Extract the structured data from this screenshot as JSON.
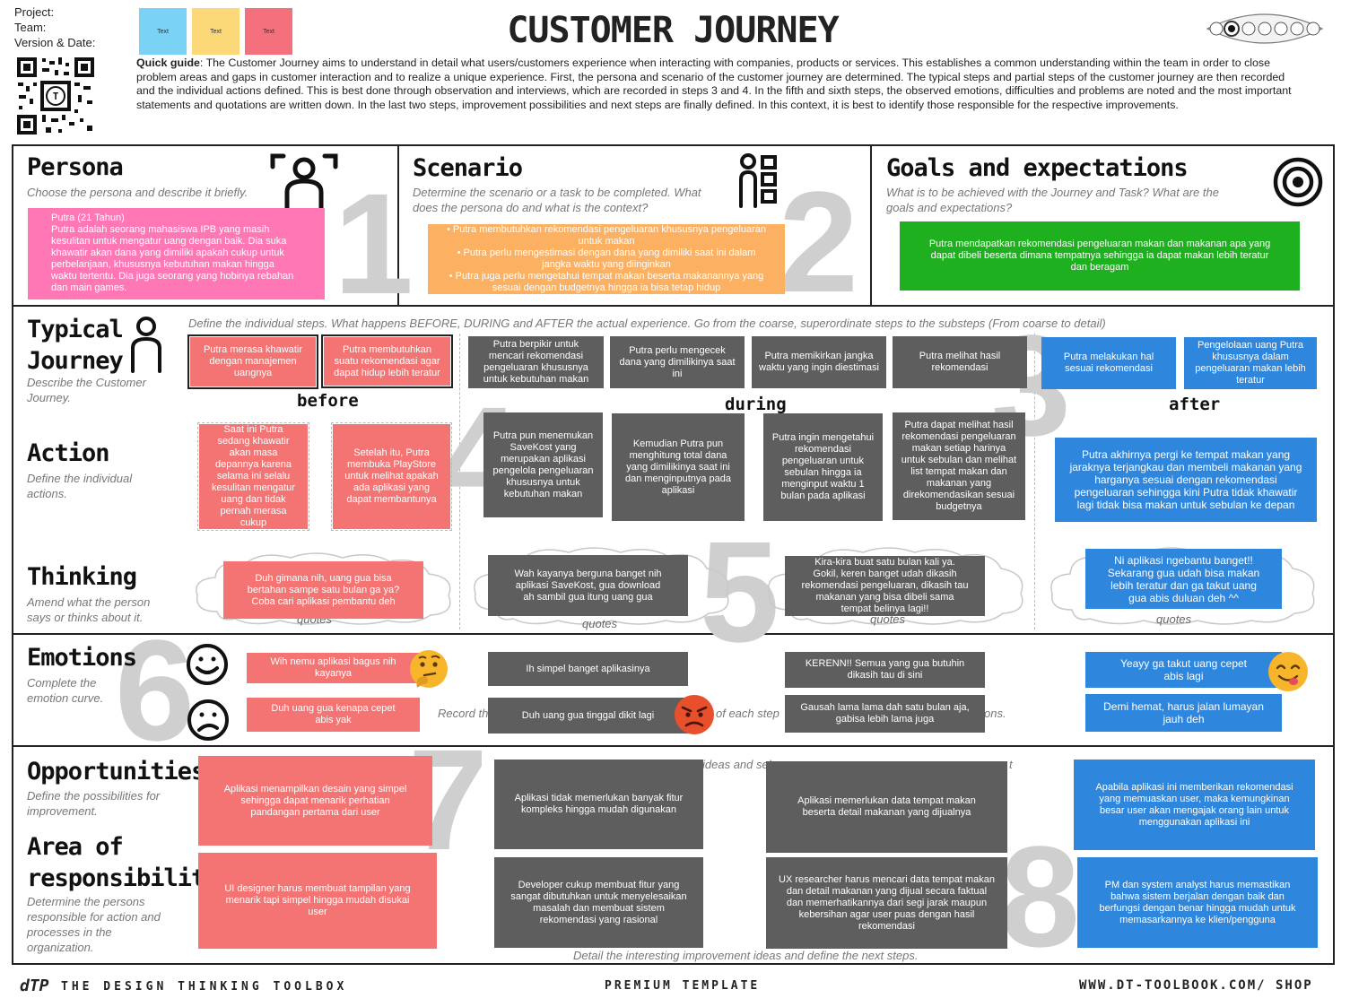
{
  "header": {
    "project_label": "Project:",
    "team_label": "Team:",
    "version_label": "Version & Date:",
    "title": "CUSTOMER JOURNEY",
    "sticky_notes": [
      "Text",
      "Text",
      "Text"
    ],
    "quick_guide_label": "Quick guide",
    "quick_guide_text": ": The Customer Journey aims to understand in detail what users/customers experience when interacting with companies, products or services. This establishes a common understanding within the team in order to close problem areas and gaps in customer interaction and to realize a unique experience. First, the persona and scenario of the customer journey are determined. The typical steps and partial steps of the customer journey are then recorded and the individual actions defined. This is best done through observation and interviews, which are recorded in steps 3 and 4. In the fifth and sixth steps, the observed emotions, difficulties and problems are noted and the most important statements and quotations are written down. In the last two steps, improvement possibilities and next steps are finally defined. In this context, it is best to identify those responsible for the respective improvements."
  },
  "persona": {
    "title": "Persona",
    "hint": "Choose the persona and describe it briefly.",
    "number": "1",
    "note": "Putra (21 Tahun)\nPutra adalah seorang mahasiswa IPB yang masih kesulitan untuk mengatur uang dengan baik. Dia suka khawatir akan dana yang dimiliki apakah cukup untuk perbelanjaan, khususnya kebutuhan makan hingga waktu tertentu. Dia juga seorang yang hobinya rebahan dan main games."
  },
  "scenario": {
    "title": "Scenario",
    "hint": "Determine the scenario or a task to be completed. What does the persona do and what is the context?",
    "number": "2",
    "note": "• Putra membutuhkan rekomendasi pengeluaran khususnya pengeluaran untuk makan\n• Putra perlu mengestimasi dengan dana yang dimiliki saat ini dalam jangka waktu yang diinginkan\n• Putra juga perlu mengetahui tempat makan beserta makanannya yang sesuai dengan budgetnya hingga ia bisa tetap hidup"
  },
  "goals": {
    "title": "Goals and expectations",
    "hint": "What is to be achieved with the Journey and Task? What are the goals and expectations?",
    "note": "Putra mendapatkan rekomendasi pengeluaran makan dan makanan apa yang dapat dibeli beserta dimana tempatnya sehingga ia dapat makan lebih teratur dan beragam"
  },
  "journey": {
    "title": "Typical Journey",
    "hint": "Describe the Customer Journey.",
    "instruction": "Define the individual steps. What happens BEFORE, DURING and AFTER the actual experience. Go from the coarse, superordinate steps to the substeps (From coarse to detail)",
    "number": "3",
    "phases": [
      "before",
      "during",
      "after"
    ],
    "steps": [
      "Putra merasa khawatir dengan manajemen uangnya",
      "Putra membutuhkan suatu rekomendasi agar dapat hidup lebih teratur",
      "Putra berpikir untuk mencari rekomendasi pengeluaran khususnya untuk kebutuhan makan",
      "Putra perlu mengecek dana yang dimilikinya saat ini",
      "Putra memikirkan jangka waktu yang ingin diestimasi",
      "Putra melihat hasil rekomendasi",
      "Putra melakukan hal sesuai rekomendasi",
      "Pengelolaan uang Putra khususnya dalam pengeluaran makan lebih teratur"
    ]
  },
  "action": {
    "title": "Action",
    "hint": "Define the individual actions.",
    "number": "4",
    "notes": [
      "Saat ini Putra sedang khawatir akan masa depannya karena selama ini selalu kesulitan mengatur uang dan tidak pernah merasa cukup",
      "Setelah itu, Putra membuka PlayStore untuk melihat apakah ada aplikasi yang dapat membantunya",
      "Putra pun menemukan SaveKost yang merupakan aplikasi pengelola pengeluaran khususnya untuk kebutuhan makan",
      "Kemudian Putra pun menghitung total dana yang dimilikinya saat ini dan menginputnya pada aplikasi",
      "Putra ingin mengetahui rekomendasi pengeluaran untuk sebulan hingga ia menginput waktu 1 bulan pada aplikasi",
      "Putra dapat melihat hasil rekomendasi pengeluaran makan setiap harinya untuk sebulan dan melihat list tempat makan dan makanan yang direkomendasikan sesuai budgetnya",
      "Putra akhirnya pergi ke tempat makan yang jaraknya terjangkau dan membeli makanan yang harganya sesuai dengan rekomendasi pengeluaran sehingga kini Putra tidak khawatir lagi tidak bisa makan untuk sebulan ke depan"
    ]
  },
  "thinking": {
    "title": "Thinking",
    "hint": "Amend what the person says or thinks about it.",
    "number": "5",
    "quote_label": "quotes",
    "notes": [
      "Duh gimana nih, uang gua bisa bertahan sampe satu bulan ga ya? Coba cari aplikasi pembantu deh",
      "Wah kayanya berguna banget nih aplikasi SaveKost, gua download ah sambil gua itung uang gua",
      "Kira-kira buat satu bulan kali ya. Gokil, keren banget udah dikasih rekomendasi pengeluaran, dikasih tau makanan yang bisa dibeli sama tempat belinya lagi!!",
      "Ni aplikasi ngebantu banget!! Sekarang gua udah bisa makan lebih teratur dan ga takut uang gua abis duluan deh ^^"
    ]
  },
  "emotions": {
    "title": "Emotions",
    "hint": "Complete the emotion curve.",
    "number": "6",
    "instruction_left": "Record th",
    "instruction_mid": "of each step",
    "instruction_right": "ons.",
    "positive": [
      "Wih nemu aplikasi bagus nih kayanya",
      "Ih simpel banget aplikasinya",
      "KERENN!! Semua yang gua butuhin dikasih tau di sini",
      "Yeayy ga takut uang cepet abis lagi"
    ],
    "negative": [
      "Duh uang gua kenapa cepet abis yak",
      "Duh uang gua tinggal dikit lagi",
      "Gausah lama lama dah satu bulan aja, gabisa lebih lama juga",
      "Demi hemat, harus jalan lumayan jauh deh"
    ]
  },
  "opportunities": {
    "title": "Opportunities",
    "hint": "Define the possibilities for improvement.",
    "number": "7",
    "instruction": "ideas and sel",
    "instruction_tail": "t",
    "notes": [
      "Aplikasi menampilkan desain yang simpel sehingga dapat menarik perhatian pandangan pertama dari user",
      "Aplikasi tidak memerlukan banyak fitur kompleks hingga mudah digunakan",
      "Aplikasi memerlukan data tempat makan beserta detail makanan yang dijualnya",
      "Apabila aplikasi ini memberikan rekomendasi yang memuaskan user, maka kemungkinan besar user akan mengajak orang lain untuk menggunakan aplikasi ini"
    ]
  },
  "responsibility": {
    "title": "Area of responsibility",
    "hint": "Determine the persons responsible for action and processes in the organization.",
    "number": "8",
    "instruction": "Detail the interesting improvement ideas and define the next steps.",
    "notes": [
      "UI designer harus membuat tampilan yang menarik tapi simpel hingga mudah disukai user",
      "Developer cukup membuat fitur yang sangat dibutuhkan untuk menyelesaikan masalah dan membuat sistem rekomendasi yang rasional",
      "UX researcher harus mencari data tempat makan dan detail makanan yang dijual secara faktual dan memerhatikannya dari segi jarak maupun kebersihan agar user puas dengan hasil rekomendasi",
      "PM dan system analyst harus memastikan bahwa sistem berjalan dengan baik dan berfungsi dengan benar hingga mudah untuk memasarkannya ke klien/pengguna"
    ]
  },
  "footer": {
    "logo": "dTP",
    "brand": "THE DESIGN THINKING TOOLBOX",
    "center": "PREMIUM TEMPLATE",
    "right": "WWW.DT-TOOLBOOK.COM/ SHOP"
  },
  "colors": {
    "gray": "#5e5e5e",
    "red": "#f47474",
    "blue": "#2f86dd",
    "pink": "#ff77b5",
    "orange": "#fcb062",
    "green": "#1fb01f"
  }
}
